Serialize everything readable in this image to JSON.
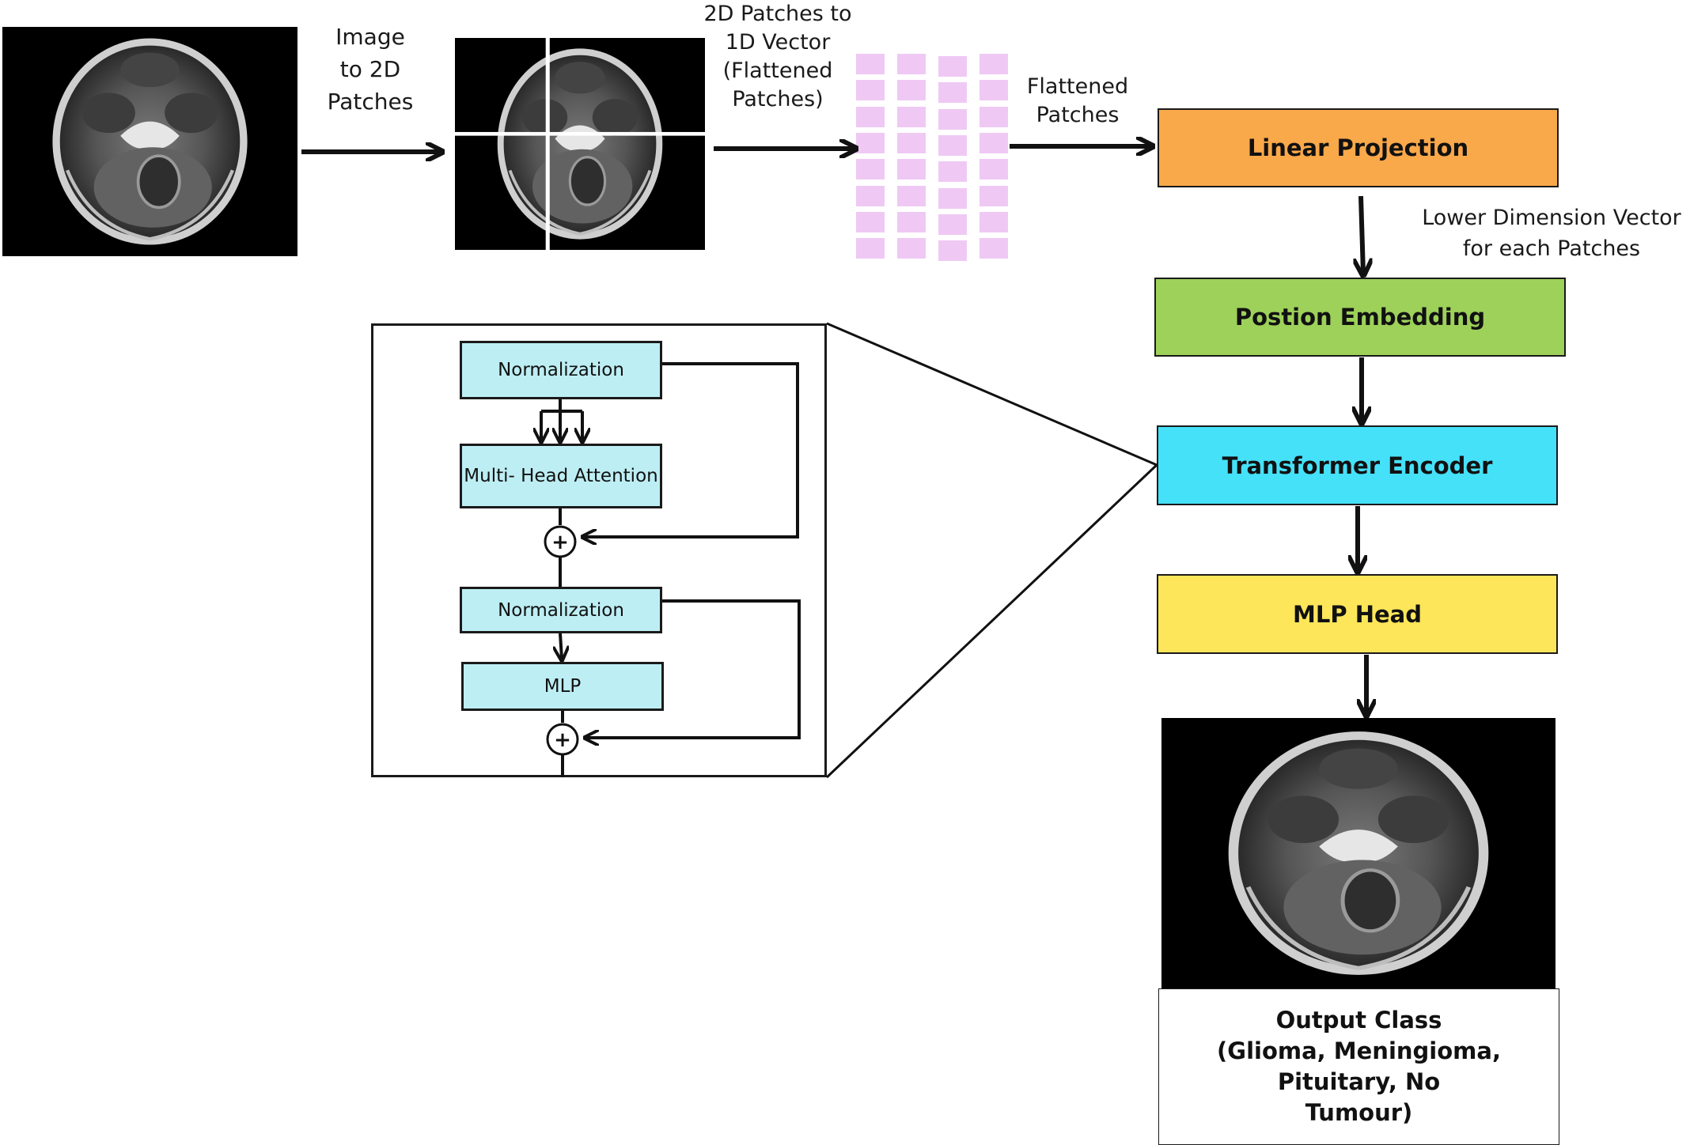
{
  "labels": {
    "image_to_patches": [
      "Image",
      "to 2D",
      "Patches"
    ],
    "patches_to_vector": [
      "2D Patches to",
      "1D Vector",
      "(Flattened",
      "Patches)"
    ],
    "flattened_patches": [
      "Flattened",
      "Patches"
    ],
    "lower_dimension": [
      "Lower Dimension Vector",
      "for each Patches"
    ]
  },
  "pipeline": {
    "linear_projection": "Linear Projection",
    "position_embedding": "Postion Embedding",
    "transformer_encoder": "Transformer Encoder",
    "mlp_head": "MLP Head",
    "output_class": [
      "Output Class",
      "(Glioma, Meningioma, Pituitary, No",
      "Tumour)"
    ]
  },
  "encoder_detail": {
    "norm1": "Normalization",
    "attention": "Multi- Head Attention",
    "norm2": "Normalization",
    "mlp": "MLP",
    "add_symbol": "+"
  },
  "colors": {
    "linear_projection": "#f9a84a",
    "position_embedding": "#9dd15a",
    "transformer_encoder": "#45e1f9",
    "mlp_head": "#fde659",
    "inner_box": "#bdeef4",
    "patch": "#efc9f4"
  },
  "patch_grid": {
    "columns": 4,
    "rows": 8
  }
}
